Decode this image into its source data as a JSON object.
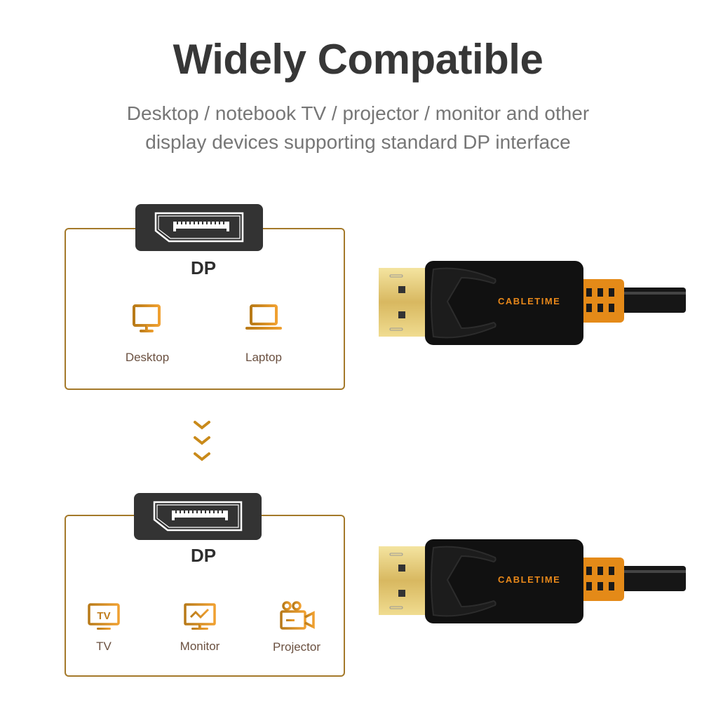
{
  "header": {
    "title": "Widely Compatible",
    "subtitle_line1": "Desktop / notebook TV / projector / monitor and other",
    "subtitle_line2": "display devices supporting standard DP interface"
  },
  "source_panel": {
    "port_label": "DP",
    "devices": [
      {
        "label": "Desktop",
        "icon": "desktop-icon"
      },
      {
        "label": "Laptop",
        "icon": "laptop-icon"
      }
    ]
  },
  "target_panel": {
    "port_label": "DP",
    "devices": [
      {
        "label": "TV",
        "icon": "tv-icon"
      },
      {
        "label": "Monitor",
        "icon": "monitor-icon"
      },
      {
        "label": "Projector",
        "icon": "projector-icon"
      }
    ]
  },
  "cable": {
    "brand": "CABLETIME",
    "tv_glyph": "TV"
  },
  "colors": {
    "accent": "#d48a1e",
    "border": "#a4792a",
    "badge": "#333333",
    "text": "#373737"
  }
}
